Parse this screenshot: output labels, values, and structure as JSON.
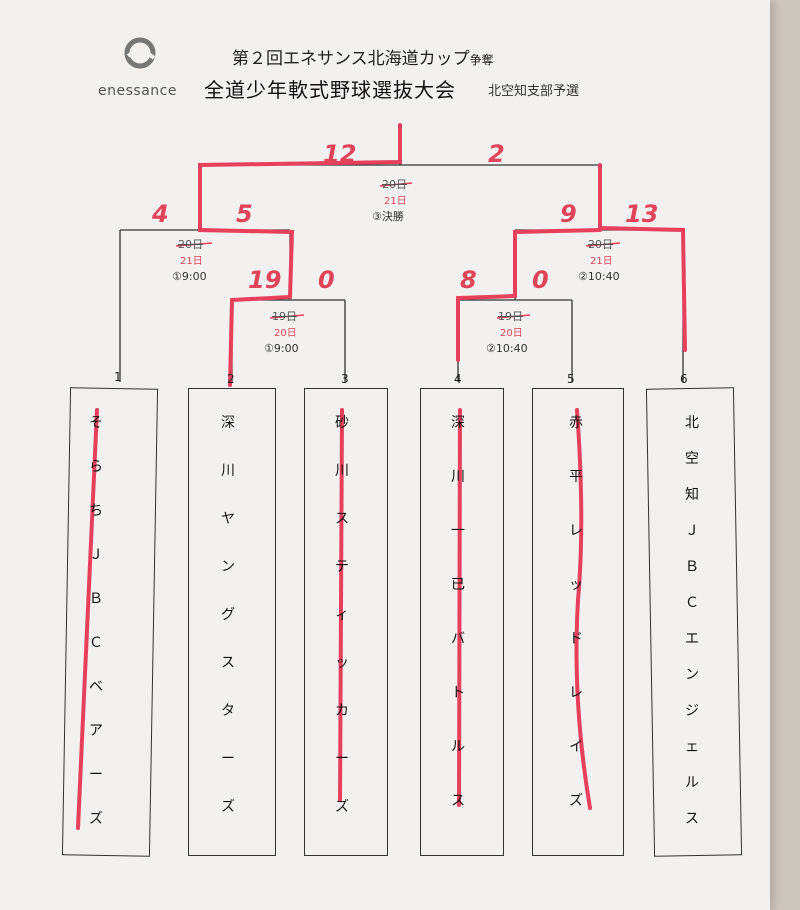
{
  "header": {
    "brand": "enessance",
    "title_line1": "第２回エネサンス北海道カップ",
    "title_line1_suffix": "争奪",
    "title_line2": "全道少年軟式野球選抜大会",
    "subtitle": "北空知支部予選"
  },
  "matches": {
    "final": {
      "date_original": "20日",
      "date_handwritten": "21日",
      "label": "③決勝"
    },
    "semi_left": {
      "date_original": "20日",
      "date_handwritten": "21日",
      "label": "①9:00"
    },
    "semi_right": {
      "date_original": "20日",
      "date_handwritten": "21日",
      "label": "②10:40"
    },
    "qf_left": {
      "date_original": "19日",
      "date_handwritten": "20日",
      "label": "①9:00"
    },
    "qf_right": {
      "date_original": "19日",
      "date_handwritten": "20日",
      "label": "②10:40"
    }
  },
  "scores": {
    "final_left": "12",
    "final_right": "2",
    "semi_left_a": "4",
    "semi_left_b": "5",
    "semi_right_a": "9",
    "semi_right_b": "13",
    "qf_left_a": "19",
    "qf_left_b": "0",
    "qf_right_a": "8",
    "qf_right_b": "0"
  },
  "teams": [
    {
      "seed": "1",
      "name": [
        "そ",
        "ら",
        "ち",
        "Ｊ",
        "Ｂ",
        "Ｃ",
        "ベ",
        "ア",
        "ー",
        "ズ"
      ]
    },
    {
      "seed": "2",
      "name": [
        "深",
        "川",
        "ヤ",
        "ン",
        "グ",
        "ス",
        "タ",
        "ー",
        "ズ"
      ]
    },
    {
      "seed": "3",
      "name": [
        "砂",
        "川",
        "ス",
        "テ",
        "ィ",
        "ッ",
        "カ",
        "ー",
        "ズ"
      ]
    },
    {
      "seed": "4",
      "name": [
        "深",
        "川",
        "一",
        "已",
        "バ",
        "ト",
        "ル",
        "ス"
      ]
    },
    {
      "seed": "5",
      "name": [
        "赤",
        "平",
        "レ",
        "ッ",
        "ド",
        "レ",
        "イ",
        "ズ"
      ]
    },
    {
      "seed": "6",
      "name": [
        "北",
        "空",
        "知",
        "Ｊ",
        "Ｂ",
        "Ｃ",
        "エ",
        "ン",
        "ジ",
        "ェ",
        "ル",
        "ス"
      ]
    }
  ],
  "colors": {
    "ink": "#333333",
    "marker": "#e8405c",
    "paper": "#f2f1ef"
  }
}
